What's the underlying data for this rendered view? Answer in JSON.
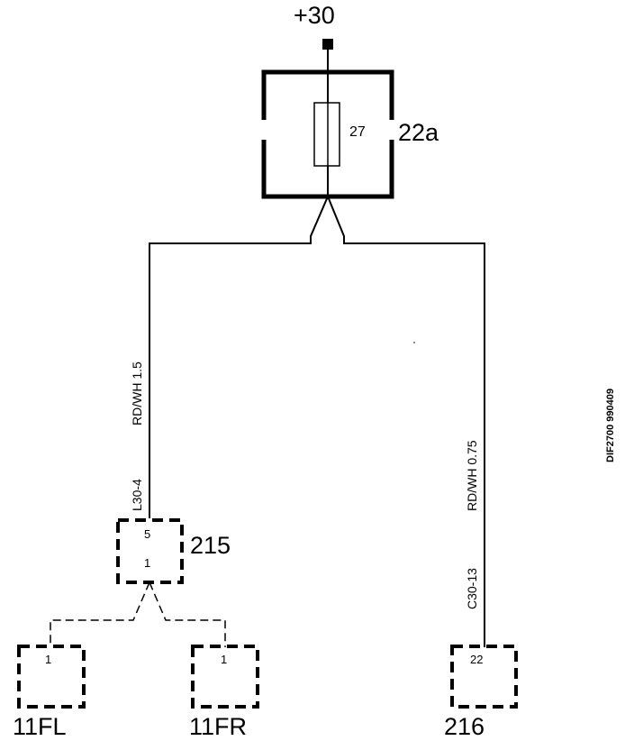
{
  "supply": {
    "label": "+30"
  },
  "fuse_box": {
    "id": "22a",
    "fuse_number": "27"
  },
  "wires": {
    "left": {
      "circuit": "L30-4",
      "spec": "RD/WH 1.5"
    },
    "right": {
      "circuit": "C30-13",
      "spec": "RD/WH 0.75"
    }
  },
  "connector_215": {
    "id": "215",
    "pin_top": "5",
    "pin_bottom": "1"
  },
  "connector_11fl": {
    "id": "11FL",
    "pin": "1"
  },
  "connector_11fr": {
    "id": "11FR",
    "pin": "1"
  },
  "connector_216": {
    "id": "216",
    "pin": "22"
  },
  "drawing_code": "DIF2700 990409"
}
